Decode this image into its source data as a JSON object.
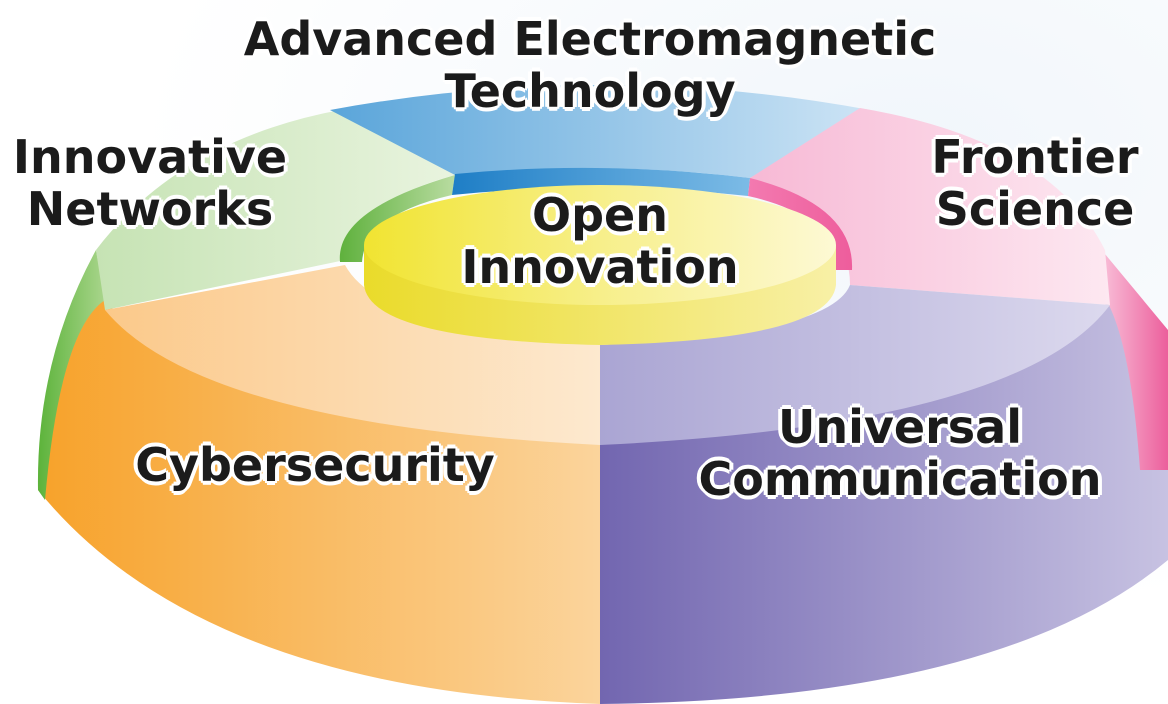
{
  "diagram": {
    "segments": [
      {
        "id": "aet",
        "lines": [
          "Advanced Electromagnetic",
          "Technology"
        ],
        "color": "#5aa6dc"
      },
      {
        "id": "fs",
        "lines": [
          "Frontier",
          "Science"
        ],
        "color": "#f06ea8"
      },
      {
        "id": "uc",
        "lines": [
          "Universal",
          "Communication"
        ],
        "color": "#7a70b4"
      },
      {
        "id": "cs",
        "lines": [
          "Cybersecurity"
        ],
        "color": "#f7a42a"
      },
      {
        "id": "in",
        "lines": [
          "Innovative",
          "Networks"
        ],
        "color": "#6cbd45"
      }
    ],
    "center": {
      "lines": [
        "Open",
        "Innovation"
      ],
      "color": "#f2e648"
    }
  }
}
